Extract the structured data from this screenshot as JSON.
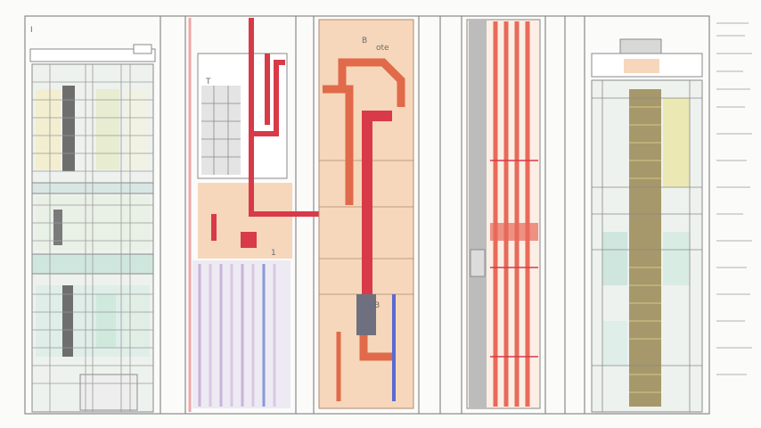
{
  "labels": {
    "panel1_tag": "I",
    "panel2_tag": "T",
    "panel3_tag": "B",
    "panel3_note": "ote",
    "panel3_lower_tag": "B",
    "panel2_marker": "1"
  },
  "colors": {
    "frame": "#8a8a8a",
    "pipe_red": "#d83a48",
    "pipe_orange": "#e06a4a",
    "peach": "#f6d7bb",
    "teal": "#cfe6df",
    "yellow": "#ece8b4",
    "olive": "#a6986a",
    "pink": "#f0a6a6",
    "gray": "#8e8e98"
  }
}
